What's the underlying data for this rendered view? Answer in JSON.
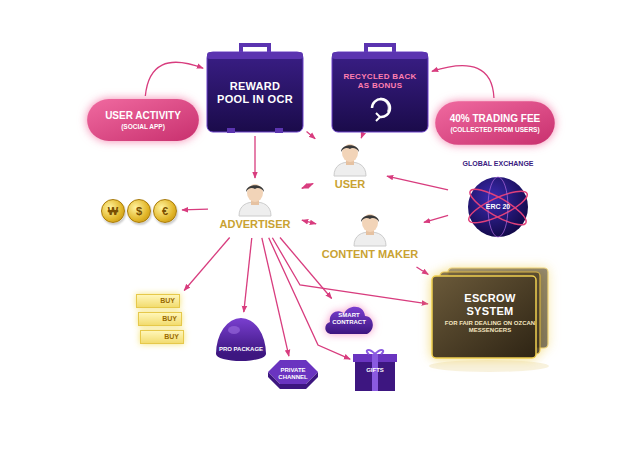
{
  "diagram": {
    "nodes": [
      {
        "text": [
          "REWARD POOL IN OCR"
        ]
      },
      {
        "text": [
          "RECYCLED BACK AS BONUS"
        ]
      },
      {
        "text": [
          "USER ACTIVITY",
          "(SOCIAL APP)"
        ]
      },
      {
        "text": [
          "40% TRADING FEE",
          "(COLLECTED FROM USERS)"
        ]
      },
      {
        "text": [
          "USER"
        ]
      },
      {
        "text": [
          "ADVERTISER"
        ]
      },
      {
        "text": [
          "CONTENT MAKER"
        ]
      },
      {
        "text": [
          "GLOBAL EXCHANGE",
          "ERC 20"
        ]
      },
      {
        "text": [
          "₩",
          "$",
          "€"
        ]
      },
      {
        "text": [
          "BUY",
          "BUY",
          "BUY"
        ]
      },
      {
        "text": [
          "PRO PACKAGE"
        ]
      },
      {
        "text": [
          "PRIVATE CHANNEL"
        ]
      },
      {
        "text": [
          "SMART CONTRACT"
        ]
      },
      {
        "text": [
          "GIFTS"
        ]
      },
      {
        "text": [
          "ESCROW SYSTEM",
          "FOR FAIR DEALING ON OZCAN MESSENGERS"
        ]
      }
    ],
    "edges": [
      {
        "from": 2,
        "to": 0,
        "arrow": "to"
      },
      {
        "from": 3,
        "to": 1,
        "arrow": "to"
      },
      {
        "from": 0,
        "to": 5,
        "arrow": "to"
      },
      {
        "from": 0,
        "to": 4,
        "arrow": "to"
      },
      {
        "from": 1,
        "to": 4,
        "arrow": "to"
      },
      {
        "from": 4,
        "to": 5,
        "arrow": "both"
      },
      {
        "from": 5,
        "to": 6,
        "arrow": "both"
      },
      {
        "from": 7,
        "to": 4,
        "arrow": "to"
      },
      {
        "from": 7,
        "to": 6,
        "arrow": "to"
      },
      {
        "from": 5,
        "to": 8,
        "arrow": "to"
      },
      {
        "from": 5,
        "to": 9,
        "arrow": "to"
      },
      {
        "from": 5,
        "to": 10,
        "arrow": "to"
      },
      {
        "from": 5,
        "to": 11,
        "arrow": "to"
      },
      {
        "from": 5,
        "to": 12,
        "arrow": "to"
      },
      {
        "from": 5,
        "to": 13,
        "arrow": "to"
      },
      {
        "from": 5,
        "to": 14,
        "arrow": "to"
      },
      {
        "from": 6,
        "to": 14,
        "arrow": "to"
      }
    ]
  }
}
